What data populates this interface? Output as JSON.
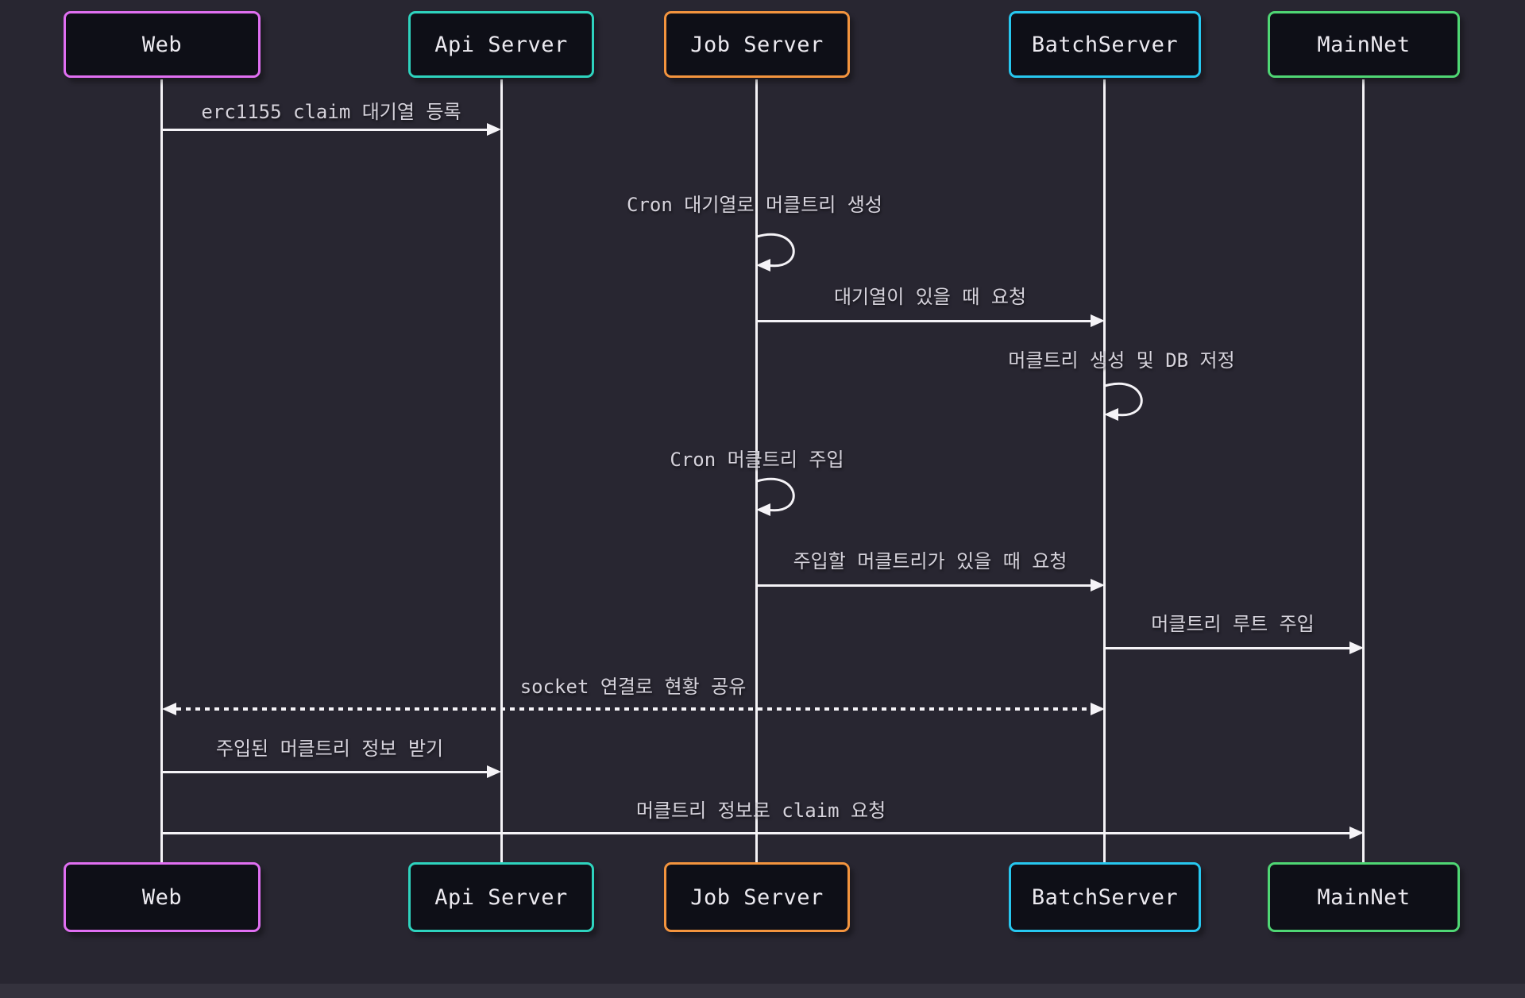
{
  "diagram_type": "sequence-diagram",
  "colors": {
    "background": "#282631",
    "footer_strip": "#34323d",
    "box_fill": "#0e0f17",
    "line": "#f5f3f7",
    "label_text": "#d6d3dc",
    "actor_text": "#eceaf0"
  },
  "actors": [
    {
      "name": "Web",
      "color": "#e06ff2"
    },
    {
      "name": "Api Server",
      "color": "#2ed3be"
    },
    {
      "name": "Job Server",
      "color": "#f3943e"
    },
    {
      "name": "BatchServer",
      "color": "#27c7ef"
    },
    {
      "name": "MainNet",
      "color": "#4fd674"
    }
  ],
  "messages": [
    {
      "label": "erc1155 claim 대기열 등록",
      "from": "Web",
      "to": "Api Server",
      "type": "solid-arrow"
    },
    {
      "label": "Cron 대기열로 머클트리 생성",
      "from": "Job Server",
      "to": "Job Server",
      "type": "self-loop"
    },
    {
      "label": "대기열이 있을 때 요청",
      "from": "Job Server",
      "to": "BatchServer",
      "type": "solid-arrow"
    },
    {
      "label": "머클트리 생성 및 DB 저정",
      "from": "BatchServer",
      "to": "BatchServer",
      "type": "self-loop"
    },
    {
      "label": "Cron 머클트리 주입",
      "from": "Job Server",
      "to": "Job Server",
      "type": "self-loop"
    },
    {
      "label": "주입할 머클트리가 있을 때 요청",
      "from": "Job Server",
      "to": "BatchServer",
      "type": "solid-arrow"
    },
    {
      "label": "머클트리 루트 주입",
      "from": "BatchServer",
      "to": "MainNet",
      "type": "solid-arrow"
    },
    {
      "label": "socket 연결로 현황 공유",
      "from": "Web",
      "to": "BatchServer",
      "type": "dotted-bidirectional"
    },
    {
      "label": "주입된 머클트리 정보 받기",
      "from": "Web",
      "to": "Api Server",
      "type": "solid-arrow"
    },
    {
      "label": "머클트리 정보로 claim 요청",
      "from": "Web",
      "to": "MainNet",
      "type": "solid-arrow"
    }
  ]
}
